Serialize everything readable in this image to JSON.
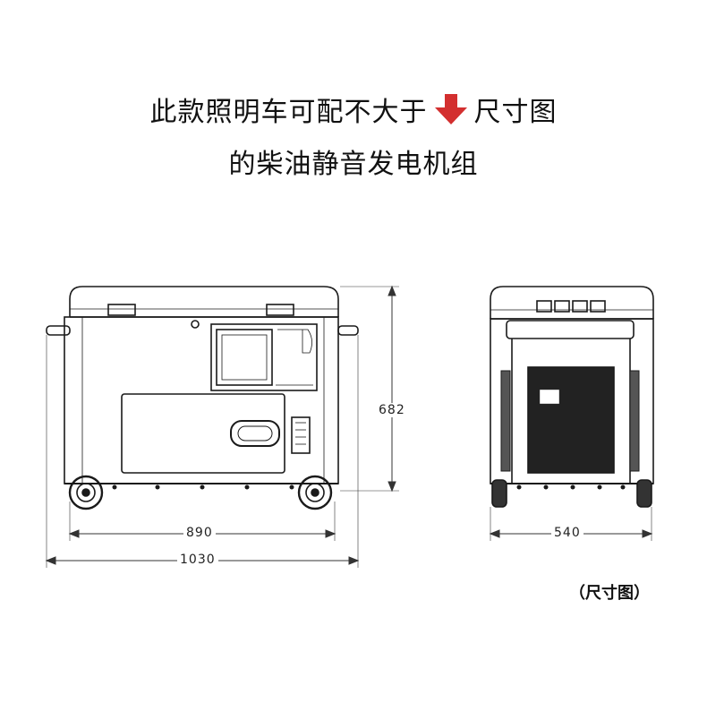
{
  "header": {
    "line1_before": "此款照明车可配不大于",
    "line1_after": "尺寸图",
    "line2": "的柴油静音发电机组",
    "arrow_color": "#d32f2f",
    "arrow_icon": "down-arrow-icon"
  },
  "dimensions": {
    "height": "682",
    "body_length": "890",
    "total_length": "1030",
    "width": "540"
  },
  "caption": "（尺寸图）",
  "colors": {
    "line": "#1a1a1a",
    "dim_line": "#333333"
  }
}
